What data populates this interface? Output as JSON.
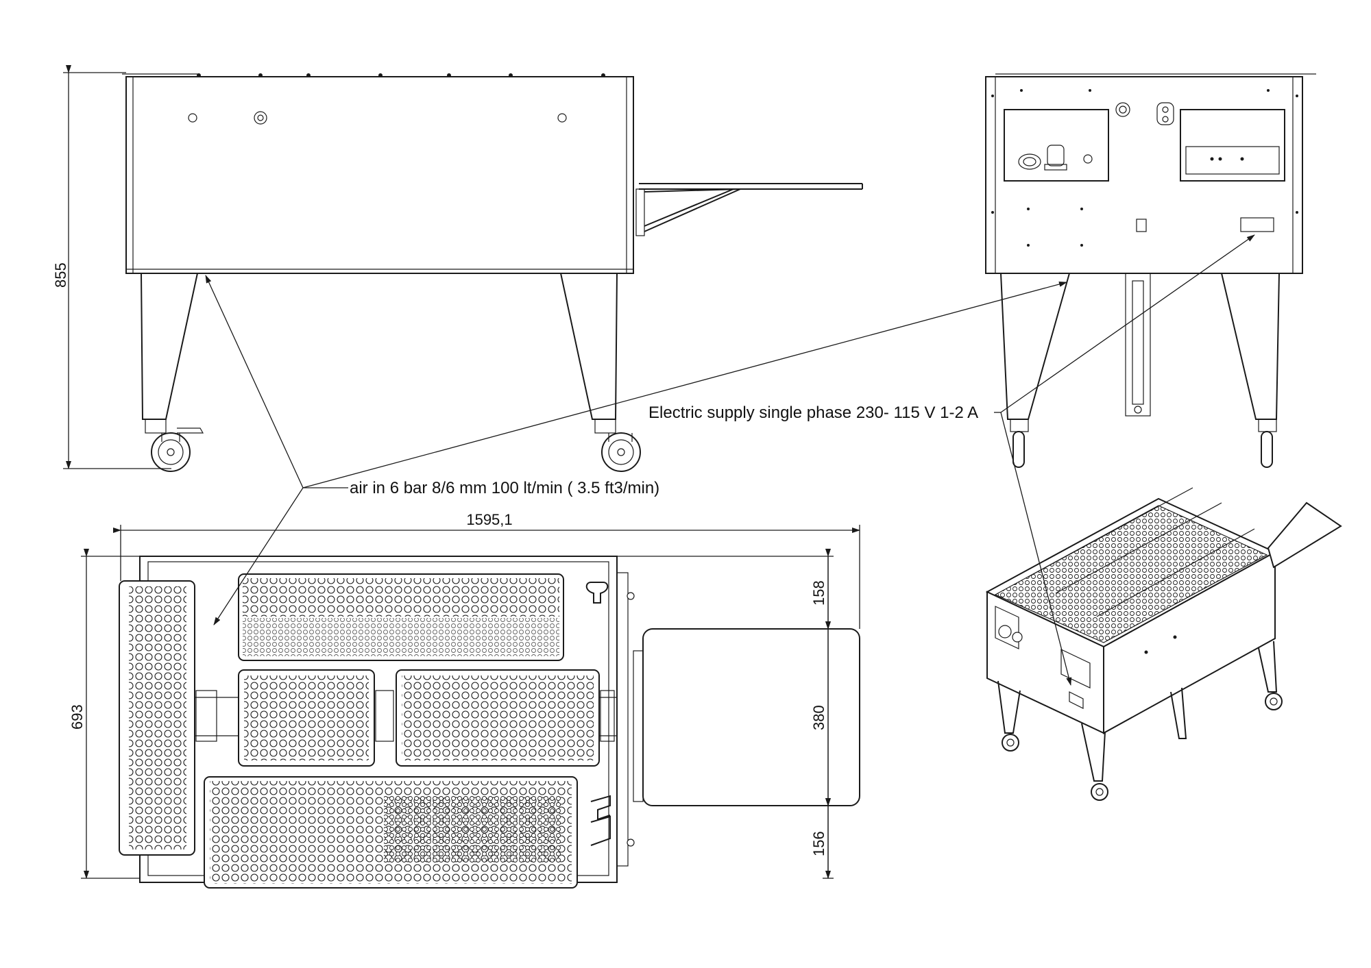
{
  "dimensions": {
    "height_overall": "855",
    "length_overall": "1595,1",
    "width_overall": "693",
    "dim_158": "158",
    "dim_380": "380",
    "dim_156": "156"
  },
  "callouts": {
    "air": "air in  6 bar 8/6 mm 100 lt/min ( 3.5 ft3/min)",
    "electric": "Electric supply single phase 230- 115 V 1-2 A"
  }
}
